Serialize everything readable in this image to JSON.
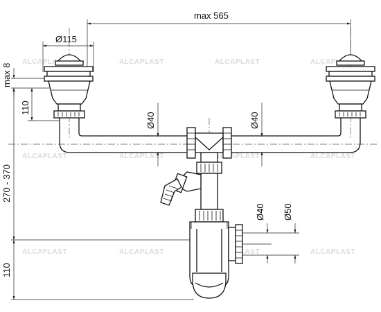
{
  "dimensions": {
    "overall_width": "max 565",
    "strainer_diameter": "Ø115",
    "height_offset": "max 8",
    "strainer_to_pipe": "110",
    "pipe_diameter_left": "Ø40",
    "pipe_diameter_right": "Ø40",
    "total_height": "270 - 370",
    "outlet_diameter": "Ø40",
    "outlet_diameter_outer": "Ø50",
    "bottom_height": "110"
  },
  "watermark": "ALCAPLAST",
  "colors": {
    "line": "#111111",
    "watermark": "#d9d9d9",
    "background": "#ffffff"
  }
}
